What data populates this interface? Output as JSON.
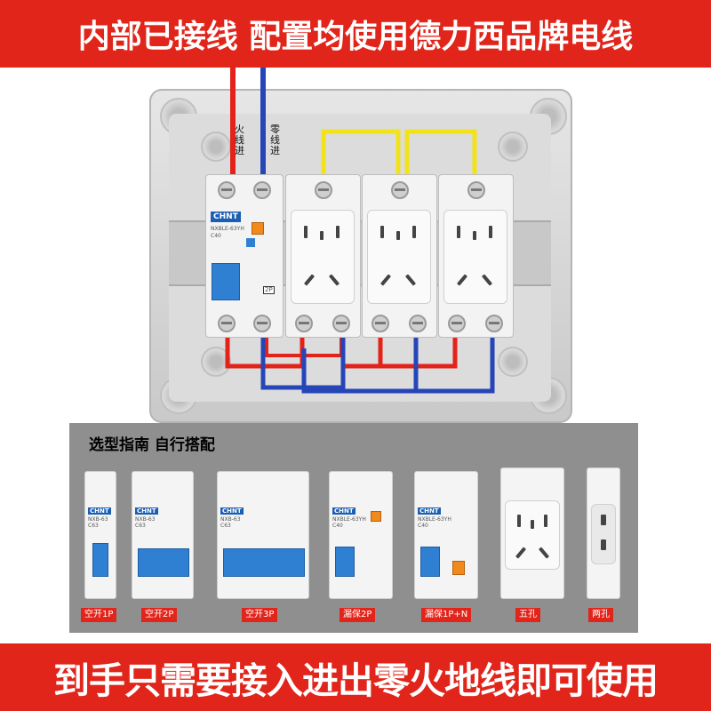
{
  "top_banner": "内部已接线  配置均使用德力西品牌电线",
  "bottom_banner": "到手只需要接入进出零火地线即可使用",
  "wire_labels": {
    "live_in": "火线进",
    "neutral_in": "零线进"
  },
  "main_breaker": {
    "brand": "CHNT",
    "model": "NXBLE-63YH",
    "rating": "C40",
    "poles": "2P"
  },
  "guide": {
    "title": "选型指南  自行搭配",
    "items": [
      {
        "label": "空开1P",
        "brand": "CHNT",
        "model": "NXB-63",
        "rating": "C63"
      },
      {
        "label": "空开2P",
        "brand": "CHNT",
        "model": "NXB-63",
        "rating": "C63"
      },
      {
        "label": "空开3P",
        "brand": "CHNT",
        "model": "NXB-63",
        "rating": "C63"
      },
      {
        "label": "漏保2P",
        "brand": "CHNT",
        "model": "NXBLE-63YH",
        "rating": "C40"
      },
      {
        "label": "漏保1P+N",
        "brand": "CHNT",
        "model": "NXBLE-63YH",
        "rating": "C40"
      },
      {
        "label": "五孔"
      },
      {
        "label": "两孔"
      }
    ]
  },
  "colors": {
    "banner_red": "#e1251b",
    "live_wire": "#e32219",
    "neutral_wire": "#2646b8",
    "jumper_yellow": "#f2e21a",
    "chnt_blue": "#1b5fb4",
    "guide_bg": "#8f8f8f"
  }
}
